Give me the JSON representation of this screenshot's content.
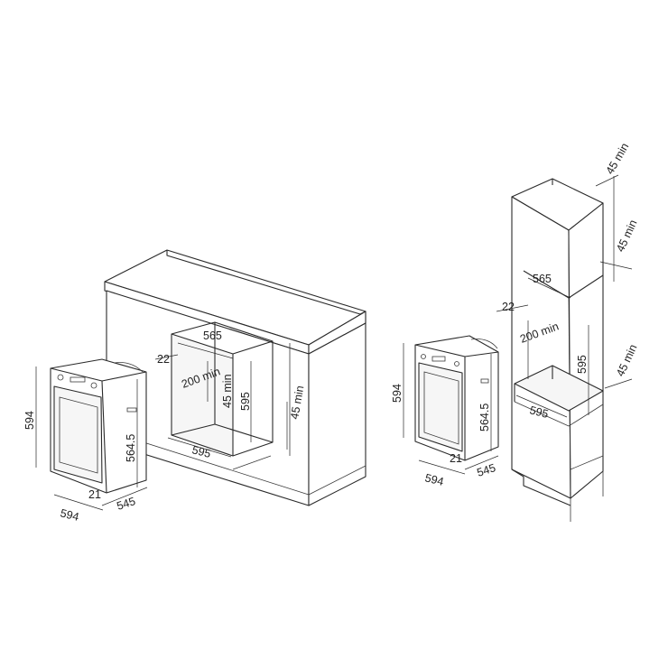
{
  "dimensions": {
    "left_oven": {
      "height": "594",
      "width": "594",
      "depth": "545",
      "inner_height": "564.5",
      "offset": "21"
    },
    "under_counter": {
      "niche_width": "565",
      "depth_offset": "22",
      "vent": "200 min",
      "gap_top": "45 min",
      "gap_side": "45 min",
      "niche_height": "595",
      "niche_depth": "595"
    },
    "right_oven": {
      "height": "594",
      "width": "594",
      "depth": "545",
      "inner_height": "564.5",
      "offset": "21"
    },
    "tall_column": {
      "gap_top": "45 min",
      "gap_mid": "45 min",
      "gap_low": "45 min",
      "niche_width": "565",
      "depth_offset": "22",
      "vent": "200 min",
      "niche_height": "595",
      "niche_depth": "595"
    }
  }
}
